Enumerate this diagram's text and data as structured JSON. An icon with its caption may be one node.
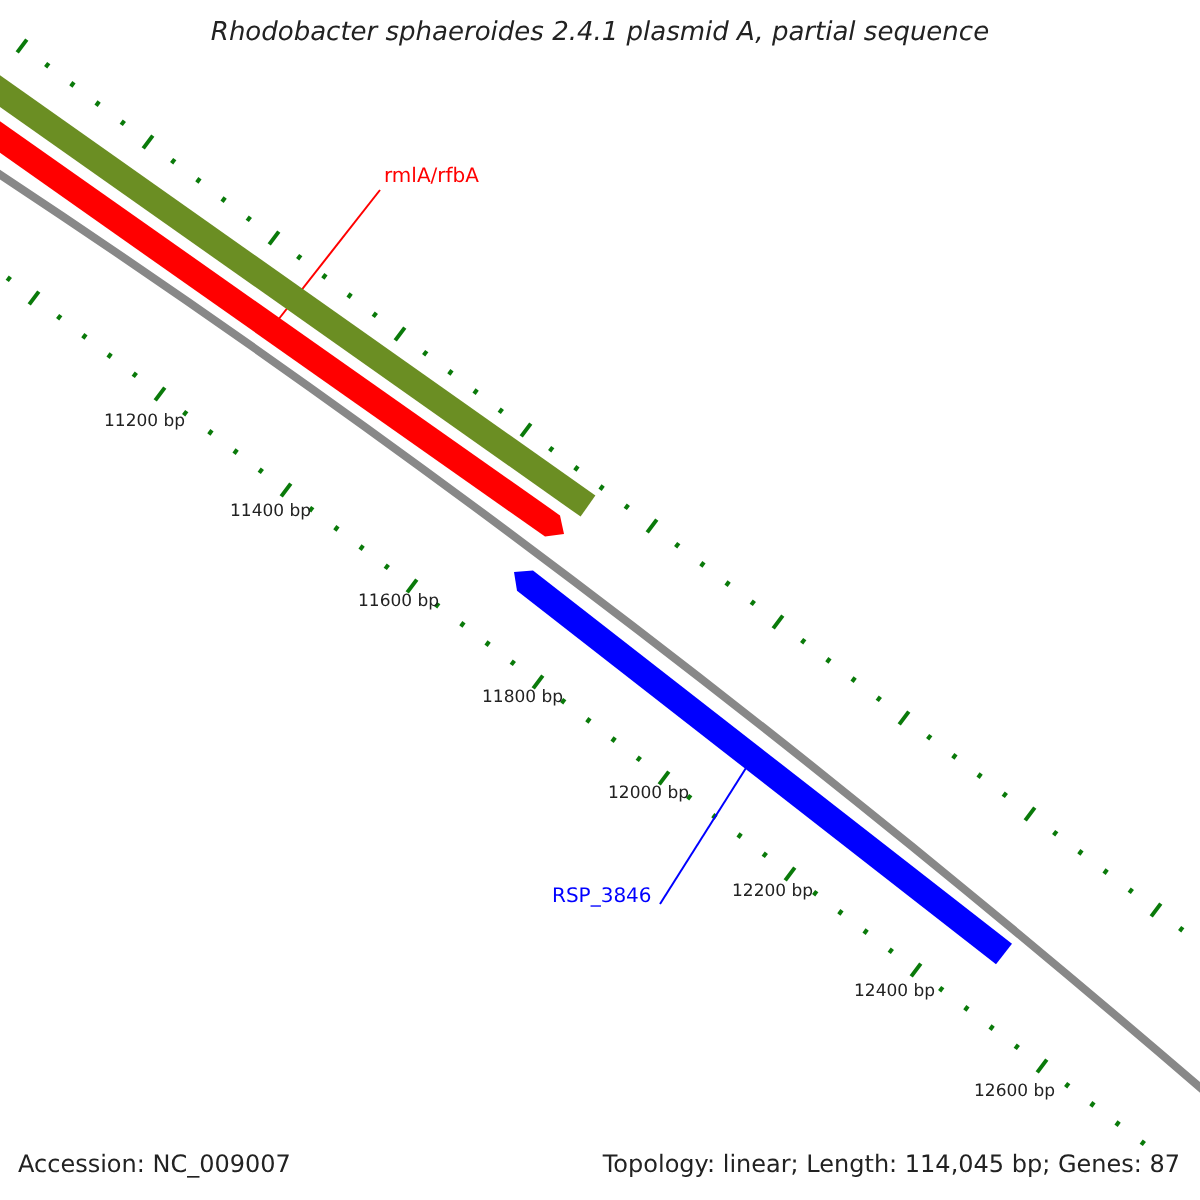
{
  "diagram": {
    "title": "Rhodobacter sphaeroides 2.4.1 plasmid A, partial sequence",
    "nodes": [
      {
        "text": [],
        "shape": "bar"
      },
      {
        "text": [
          "rmlA/rfbA"
        ]
      },
      {
        "text": [],
        "shape": "bar"
      },
      {
        "text": [],
        "shape": "bar"
      },
      {
        "text": [
          "RSP_3846"
        ]
      }
    ],
    "edges": [
      {
        "from": 1,
        "to": 2,
        "arrow": "none",
        "color": "#ff0000"
      },
      {
        "from": 4,
        "to": 3,
        "arrow": "none",
        "color": "#0000ff"
      }
    ],
    "labels": [
      "11200 bp",
      "11400 bp",
      "11600 bp",
      "11800 bp",
      "12000 bp",
      "12200 bp",
      "12400 bp",
      "12600 bp",
      "Accession: NC_009007",
      "Topology: linear; Length: 114,045 bp; Genes: 87"
    ]
  }
}
